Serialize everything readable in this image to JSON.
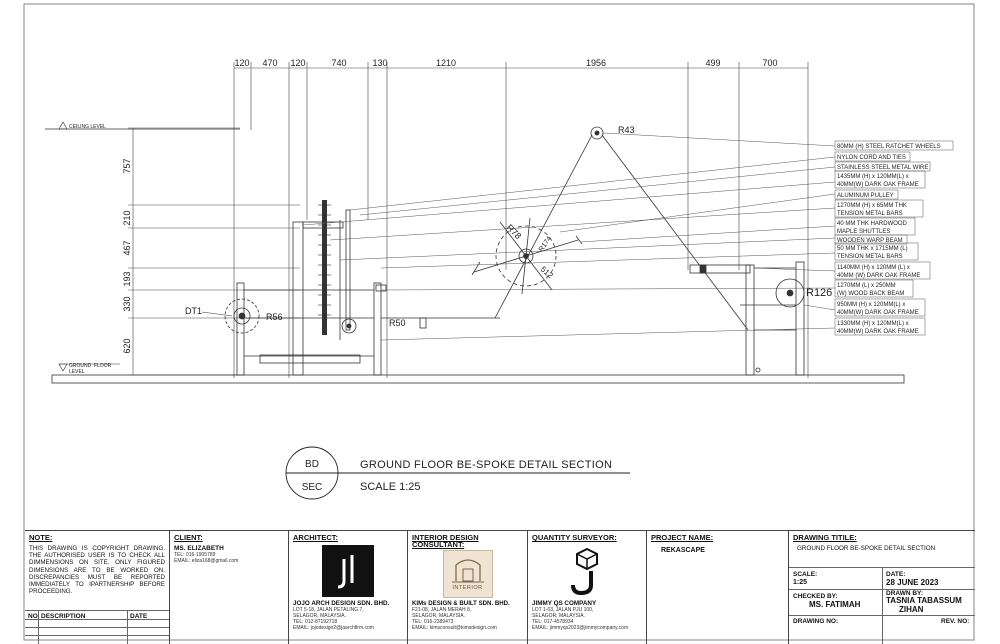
{
  "dimensions": {
    "top": [
      "120",
      "470",
      "120",
      "740",
      "130",
      "1210",
      "1956",
      "499",
      "700"
    ],
    "left": [
      "757",
      "210",
      "467",
      "193",
      "330",
      "620"
    ]
  },
  "levels": {
    "ceiling": "CEILING LEVEL",
    "ground_1": "GROUND",
    "ground_2": "FLOOR",
    "ground_3": "LEVEL"
  },
  "radius_labels": {
    "r43": "R43",
    "r78": "R78",
    "r174": "R174",
    "r512": "512",
    "r50": "R50",
    "r56": "R56",
    "r126": "R126",
    "dt1": "DT1"
  },
  "callouts": [
    "80MM (H) STEEL RATCHET WHEELS",
    "NYLON CORD AND TIES",
    "STAINLESS STEEL METAL WIRE",
    "1435MM (H) x 120MM(L) x",
    "40MM(W) DARK OAK FRAME",
    "ALUMINUM PULLEY",
    "1270MM (H) x 65MM THK",
    "TENSION METAL BARS",
    "40 MM THK HARDWOOD",
    "MAPLE SHUTTLES",
    "WOODEN WARP BEAM",
    "50 MM THK x 1715MM (L)",
    "TENSION METAL BARS",
    "1140MM (H) x 120MM (L) x",
    "40MM (W) DARK OAK FRAME",
    "1270MM (L) x 250MM",
    "(W) WOOD BACK BEAM",
    "950MM (H) x 120MM(L) x",
    "40MM(W) DARK OAK FRAME",
    "1330MM (H) x 120MM(L) x",
    "40MM(W) DARK OAK FRAME"
  ],
  "section": {
    "code_top": "BD",
    "code_bottom": "SEC",
    "title": "GROUND FLOOR BE-SPOKE DETAIL SECTION",
    "scale": "SCALE 1:25"
  },
  "titleblock": {
    "note_head": "NOTE:",
    "note_text": "THIS DRAWING IS COPYRIGHT DRAWING. THE AUTHORISED USER IS TO CHECK ALL DIMMENSIONS ON SITE. ONLY FIGURED DIMENSIONS ARE TO BE WORKED ON. DISCREPANCIES MUST BE REPORTED IMMEDIATELY TO IPARTNERSHIP BEFORE PROCEEDING.",
    "rev_no": "NO.",
    "rev_desc": "DESCRIPTION",
    "rev_date": "DATE",
    "client_head": "CLIENT:",
    "client_name": "MS. ELIZABETH",
    "client_tel": "TEL: 016-1905789",
    "client_email": "EMAIL: eliza168@gmail.com",
    "arch_head": "ARCHITECT:",
    "arch_name": "JOJO ARCH DESIGN SDN. BHD.",
    "arch_addr1": "LOT 5-18, JALAN PETALING 7,",
    "arch_addr2": "SELAGOR, MALAYSIA.",
    "arch_tel": "TEL: 012-87192718",
    "arch_email": "EMAIL: jojodesign2@jaarchfirm.com",
    "id_head1": "INTERIOR DESIGN",
    "id_head2": "CONSULTANT:",
    "id_logo_text": "INTERIOR",
    "id_name": "KIMs DESIGN & BUILT SDN. BHD.",
    "id_addr1": "F21-08, JALAN MERAH 8,",
    "id_addr2": "SELAGOR, MALAYSIA.",
    "id_tel": "TEL: 016-2389473",
    "id_email": "EMAIL: kimsconsult@kimsdesign.com",
    "qs_head": "QUANTITY SURVEYOR:",
    "qs_name": "JIMMY QS COMPANY",
    "qs_addr1": "LOT 1-03, JALAN PJU 100,",
    "qs_addr2": "SELAGOR, MALAYSIA.",
    "qs_tel": "TEL: 017-4578934",
    "qs_email": "EMAIL: jimmyqs2023@jimmycompany.com",
    "project_head": "PROJECT NAME:",
    "project_name": "REKASCAPE",
    "dt_head": "DRAWING TITILE:",
    "dt_title": "GROUND FLOOR BE-SPOKE DETAIL SECTION",
    "scale_head": "SCALE:",
    "scale_val": "1:25",
    "date_head": "DATE:",
    "date_val": "28 JUNE 2023",
    "checked_head": "CHECKED BY:",
    "checked_val": "MS. FATIMAH",
    "drawn_head": "DRAWN BY:",
    "drawn_val1": "TASNIA TABASSUM",
    "drawn_val2": "ZIHAN",
    "dwgno_head": "DRAWING NO:",
    "revno_head": "REV. NO:"
  }
}
